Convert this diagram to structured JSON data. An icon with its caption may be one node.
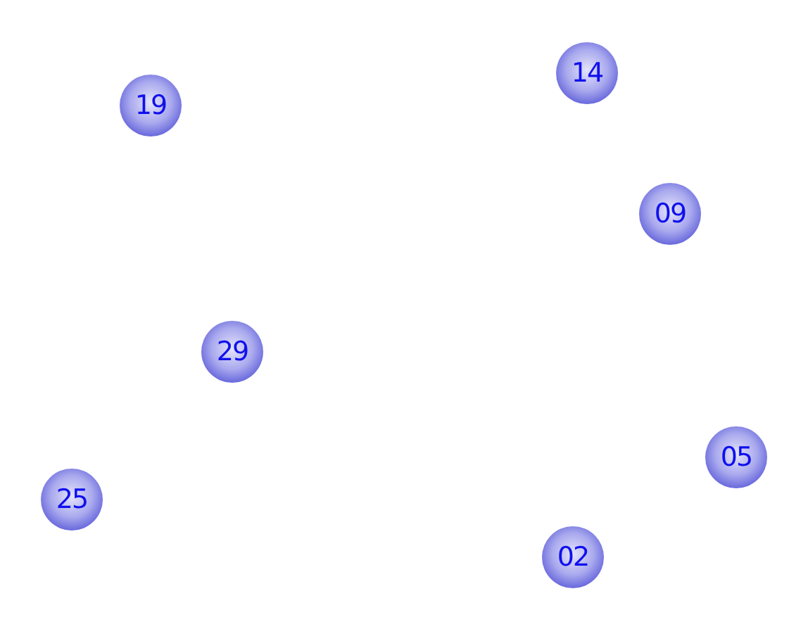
{
  "diagram": {
    "nodes": [
      {
        "text": [
          "14"
        ]
      },
      {
        "text": [
          "19"
        ]
      },
      {
        "text": [
          "09"
        ]
      },
      {
        "text": [
          "29"
        ]
      },
      {
        "text": [
          "05"
        ]
      },
      {
        "text": [
          "25"
        ]
      },
      {
        "text": [
          "02"
        ]
      }
    ]
  }
}
